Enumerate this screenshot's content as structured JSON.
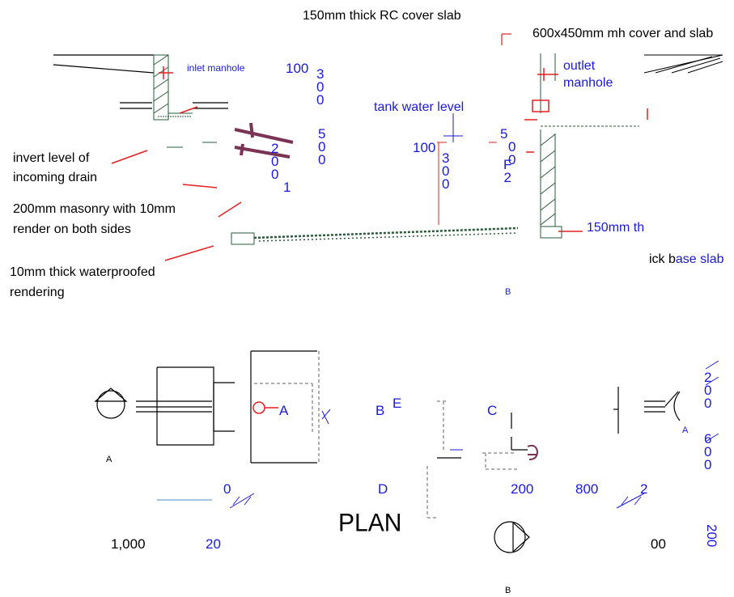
{
  "labels": {
    "cover_slab": "150mm thick RC cover slab",
    "mh_cover": "600x450mm mh cover and slab",
    "inlet_manhole": "inlet manhole",
    "outlet_manhole_1": "outlet",
    "outlet_manhole_2": "manhole",
    "tank_water_level": "tank water level",
    "invert_1": "invert level of",
    "invert_2": "incoming drain",
    "masonry_1": "200mm masonry with 10mm",
    "masonry_2": "render on both sides",
    "render_1": "10mm thick waterproofed",
    "render_2": "rendering",
    "base_slab_a": "150mm th",
    "base_slab_b1": "ick b",
    "base_slab_b2": "ase slab",
    "plan_title": "PLAN"
  },
  "dims": {
    "d100_left": "100",
    "d300_left": [
      "3",
      "0",
      "0"
    ],
    "d50_left": [
      "5",
      "0",
      "0"
    ],
    "d2001": [
      "2",
      "0",
      "0",
      "1"
    ],
    "d100_mid": "100",
    "d300_mid": [
      "3",
      "0",
      "0"
    ],
    "d50_right": [
      "5",
      "0",
      "0"
    ],
    "f2": [
      "F",
      "2"
    ],
    "right_200": [
      "2",
      "0",
      "0"
    ],
    "right_600": [
      "6",
      "0",
      "0"
    ],
    "bot_0": "0",
    "bot_200": "200",
    "bot_800": "800",
    "bot_2": "2",
    "bot_1000": "1,000",
    "bot_20": "20",
    "bot_00": "00",
    "bot_200_rot": "200"
  },
  "sections": {
    "b_top": "B",
    "b_bottom": "B",
    "a_left": "A",
    "a_right": "A"
  },
  "chambers": {
    "A": "A",
    "B": "B",
    "C": "C",
    "D": "D",
    "E": "E"
  },
  "colors": {
    "red": "#e02020",
    "blue": "#1a1ad6",
    "purple": "#7a3355",
    "green": "#2a5a3a",
    "grey": "#b0b0b0"
  }
}
